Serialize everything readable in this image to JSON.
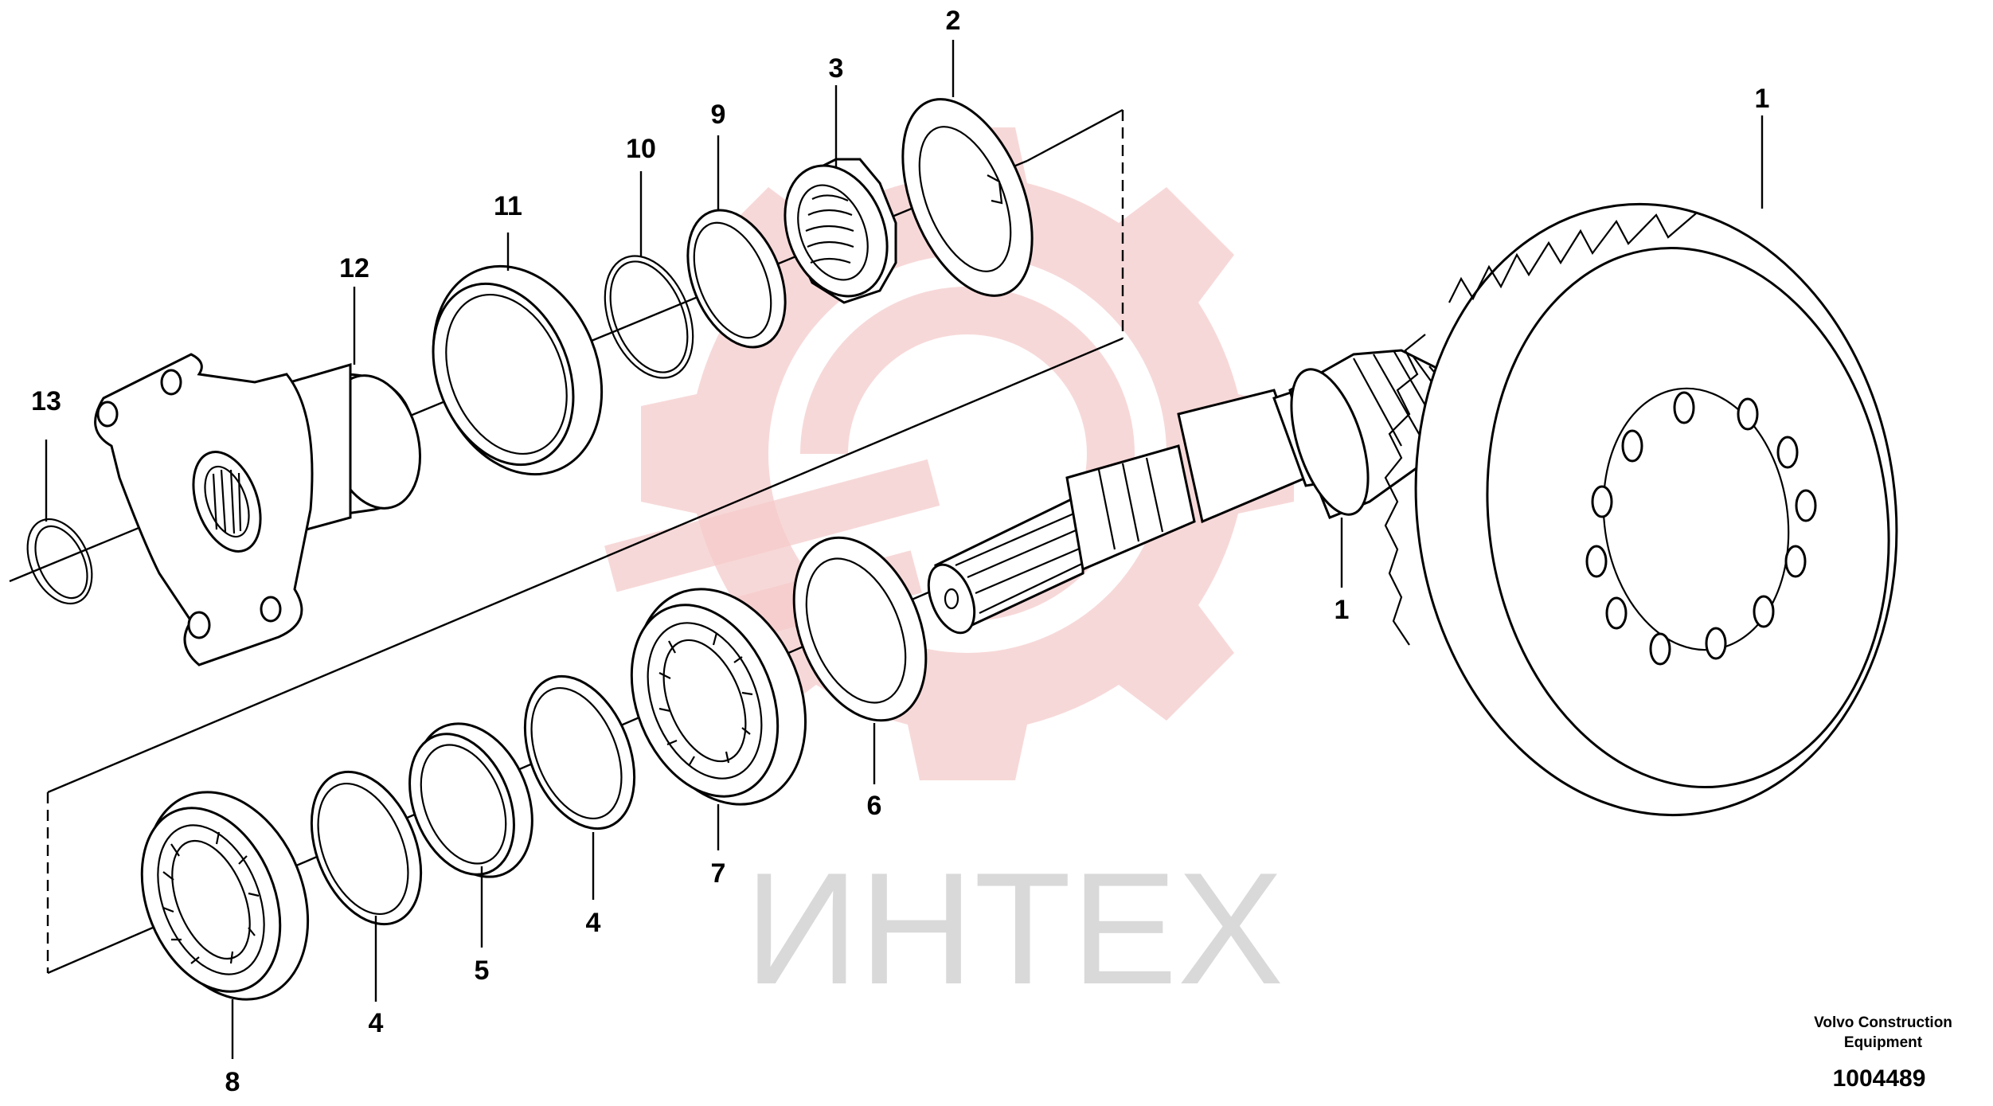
{
  "watermark": {
    "text": "ИНТЕХ",
    "logo_color": "#f4c6c6",
    "text_color": "#d9d9d9"
  },
  "callouts": [
    {
      "id": "gear-pinion-shaft",
      "number": "1"
    },
    {
      "id": "crown-wheel",
      "number": "1"
    },
    {
      "id": "lock-washer",
      "number": "2"
    },
    {
      "id": "slotted-nut",
      "number": "3"
    },
    {
      "id": "shim-a",
      "number": "4"
    },
    {
      "id": "shim-b",
      "number": "4"
    },
    {
      "id": "spacer-sleeve",
      "number": "5"
    },
    {
      "id": "thrust-washer",
      "number": "6"
    },
    {
      "id": "inner-bearing",
      "number": "7"
    },
    {
      "id": "outer-bearing",
      "number": "8"
    },
    {
      "id": "shim-ring",
      "number": "9"
    },
    {
      "id": "o-ring",
      "number": "10"
    },
    {
      "id": "oil-seal",
      "number": "11"
    },
    {
      "id": "companion-flange",
      "number": "12"
    },
    {
      "id": "snap-ring",
      "number": "13"
    }
  ],
  "footer": {
    "credit_line1": "Volvo Construction",
    "credit_line2": "Equipment",
    "document_number": "1004489"
  },
  "colors": {
    "line": "#000000",
    "background": "#ffffff"
  }
}
